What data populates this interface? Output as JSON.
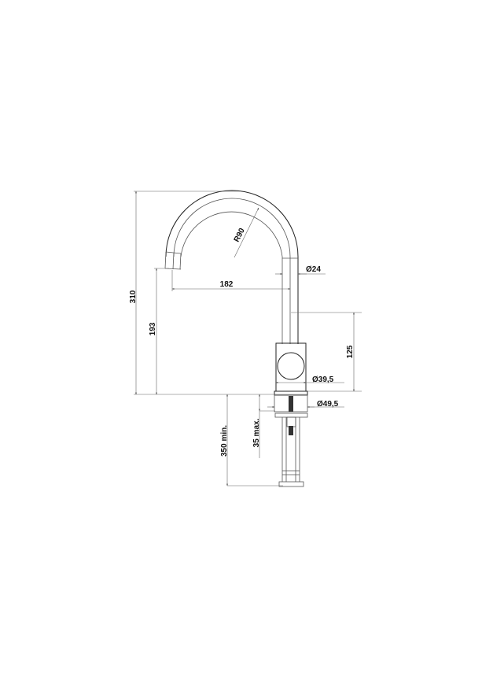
{
  "dimensions": {
    "total_height": "310",
    "spout_height": "193",
    "spout_reach": "182",
    "bend_radius": "R90",
    "tube_diameter": "Ø24",
    "lever_height": "125",
    "body_diameter": "Ø39,5",
    "base_diameter": "Ø49,5",
    "hose_length": "350 min.",
    "worktop_thickness": "35 max."
  }
}
